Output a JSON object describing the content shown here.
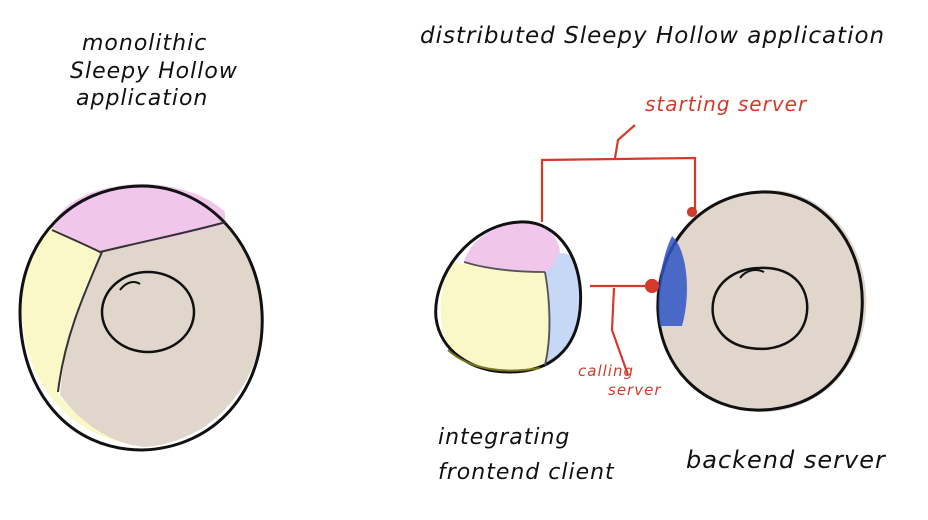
{
  "monolith": {
    "label_line1": "monolithic",
    "label_line2": "Sleepy Hollow",
    "label_line3": "application"
  },
  "distributed": {
    "title": "distributed Sleepy Hollow application",
    "starting_server": "starting server",
    "calling_server_line1": "calling",
    "calling_server_line2": "server",
    "frontend_line1": "integrating",
    "frontend_line2": "frontend client",
    "backend": "backend server"
  },
  "colors": {
    "pink": "#f1c6ec",
    "yellow": "#fbf8c8",
    "beige": "#e1d6cb",
    "blue": "#c7d8f7",
    "dark_blue": "#2f55c4",
    "red": "#d23b2c",
    "ink": "#111111"
  }
}
